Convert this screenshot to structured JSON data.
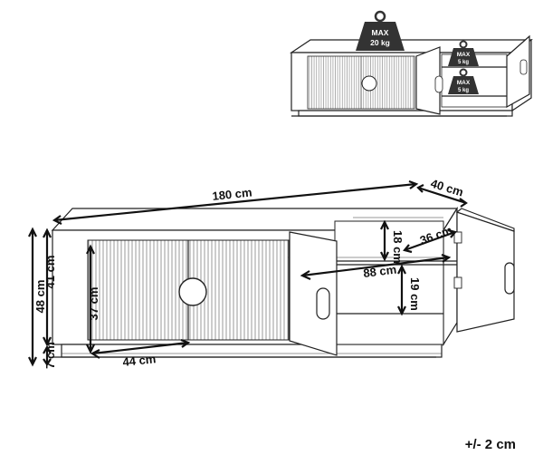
{
  "weights": {
    "top": {
      "line1": "MAX",
      "line2": "20 kg"
    },
    "shelf_upper": {
      "line1": "MAX",
      "line2": "5 kg"
    },
    "shelf_lower": {
      "line1": "MAX",
      "line2": "5 kg"
    }
  },
  "dimensions": {
    "width": "180 cm",
    "depth": "40 cm",
    "height_total": "48 cm",
    "height_body": "41 cm",
    "leg_height": "7 cm",
    "door_height": "37 cm",
    "door_width": "44 cm",
    "compartment_upper": "18 cm",
    "compartment_lower": "19 cm",
    "interior_width": "88 cm",
    "interior_depth": "36 cm"
  },
  "tolerance": "+/- 2 cm",
  "colors": {
    "line": "#222222",
    "weight_fill": "#333333",
    "background": "#ffffff"
  }
}
